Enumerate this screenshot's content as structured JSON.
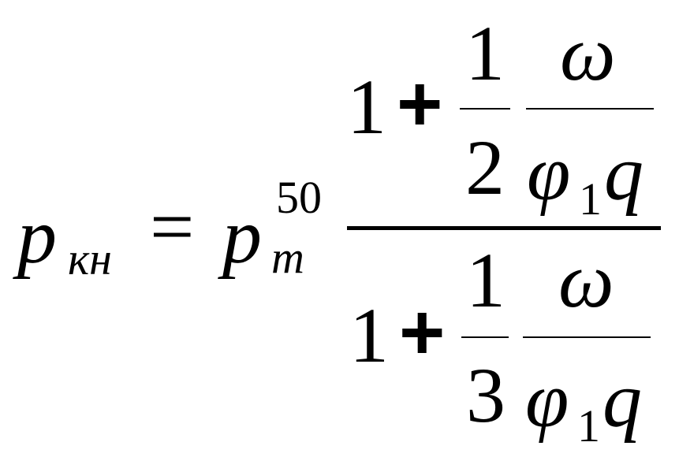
{
  "formula": {
    "lhs": {
      "symbol": "p",
      "subscript": "кн"
    },
    "equals": "=",
    "rhs": {
      "symbol": "p",
      "superscript": "50",
      "subscript": "m",
      "numerator": {
        "one": "1",
        "plus": "+",
        "frac_num": "1",
        "frac_den": "2",
        "omega": "ω",
        "phi": "φ",
        "phi_sub": "1",
        "q": "q"
      },
      "denominator": {
        "one": "1",
        "plus": "+",
        "frac_num": "1",
        "frac_den": "3",
        "omega": "ω",
        "phi": "φ",
        "phi_sub": "1",
        "q": "q"
      }
    }
  }
}
